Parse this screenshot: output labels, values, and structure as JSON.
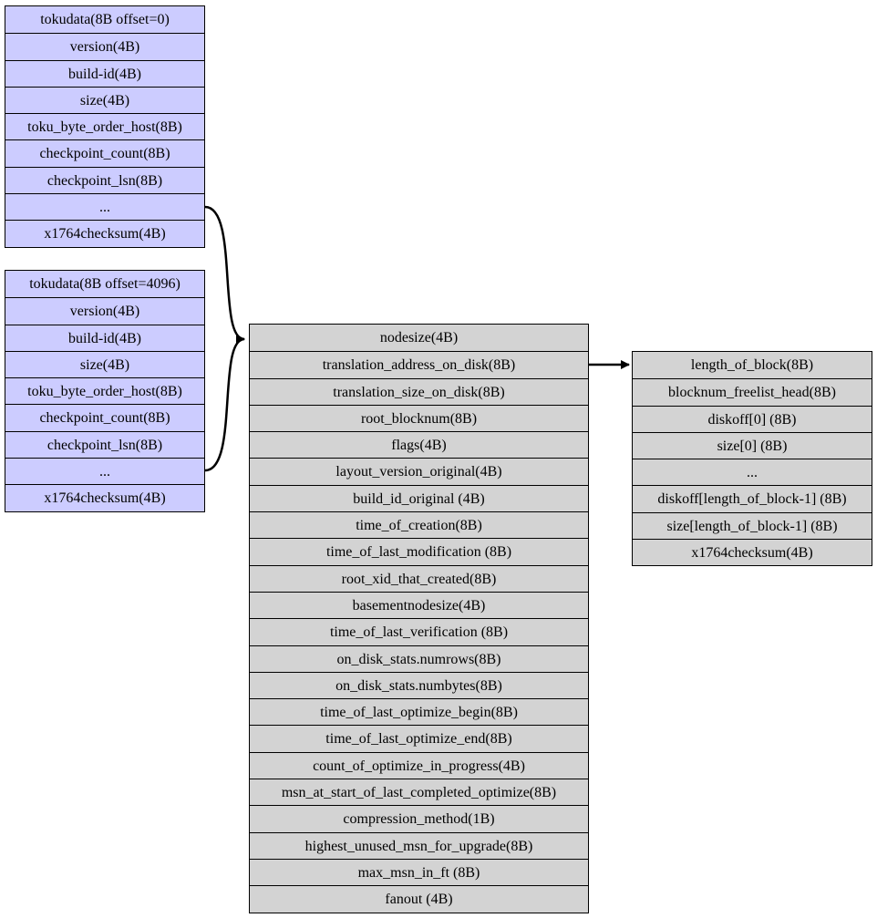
{
  "header_copy_0": {
    "fields": [
      "tokudata(8B offset=0)",
      "version(4B)",
      "build-id(4B)",
      "size(4B)",
      "toku_byte_order_host(8B)",
      "checkpoint_count(8B)",
      "checkpoint_lsn(8B)",
      "...",
      "x1764checksum(4B)"
    ]
  },
  "header_copy_1": {
    "fields": [
      "tokudata(8B offset=4096)",
      "version(4B)",
      "build-id(4B)",
      "size(4B)",
      "toku_byte_order_host(8B)",
      "checkpoint_count(8B)",
      "checkpoint_lsn(8B)",
      "...",
      "x1764checksum(4B)"
    ]
  },
  "ft_header": {
    "fields": [
      "nodesize(4B)",
      "translation_address_on_disk(8B)",
      "translation_size_on_disk(8B)",
      "root_blocknum(8B)",
      "flags(4B)",
      "layout_version_original(4B)",
      "build_id_original (4B)",
      "time_of_creation(8B)",
      "time_of_last_modification (8B)",
      "root_xid_that_created(8B)",
      "basementnodesize(4B)",
      "time_of_last_verification (8B)",
      "on_disk_stats.numrows(8B)",
      "on_disk_stats.numbytes(8B)",
      "time_of_last_optimize_begin(8B)",
      "time_of_last_optimize_end(8B)",
      "count_of_optimize_in_progress(4B)",
      "msn_at_start_of_last_completed_optimize(8B)",
      "compression_method(1B)",
      "highest_unused_msn_for_upgrade(8B)",
      "max_msn_in_ft (8B)",
      "fanout (4B)"
    ]
  },
  "block_table": {
    "fields": [
      "length_of_block(8B)",
      "blocknum_freelist_head(8B)",
      "diskoff[0] (8B)",
      "size[0] (8B)",
      "...",
      "diskoff[length_of_block-1] (8B)",
      "size[length_of_block-1] (8B)",
      "x1764checksum(4B)"
    ]
  },
  "colors": {
    "header_fill": "#ccccff",
    "ft_fill": "#d3d3d3",
    "line": "#000000"
  }
}
